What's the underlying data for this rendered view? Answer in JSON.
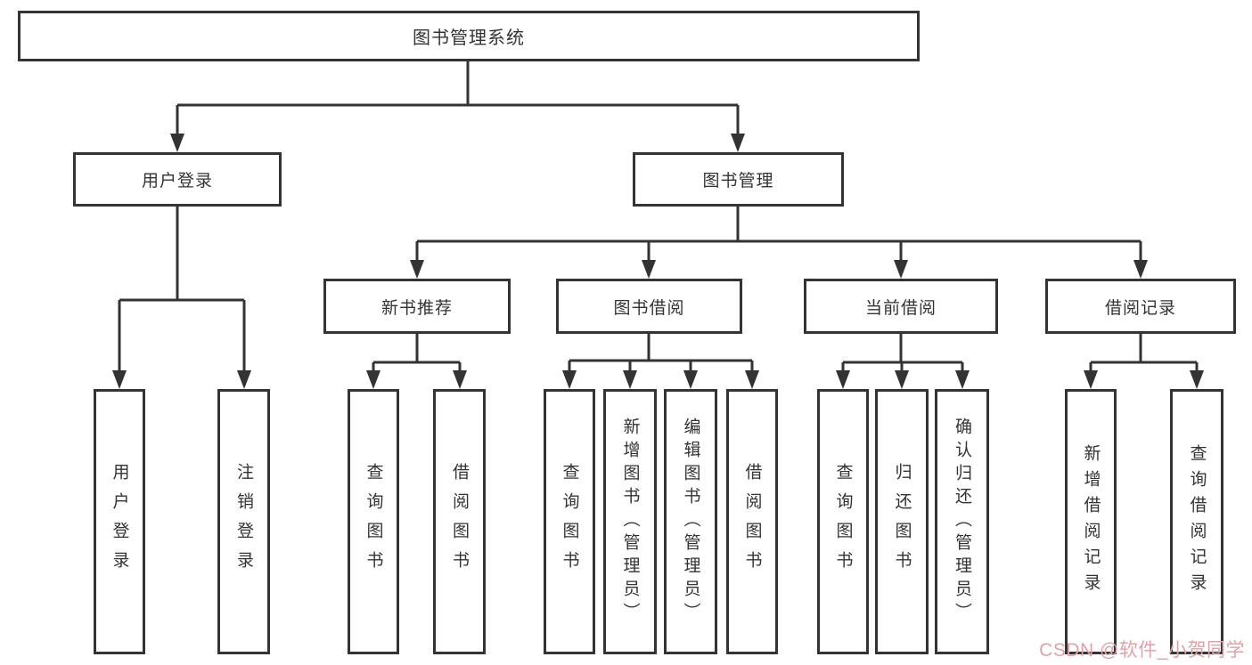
{
  "diagram_title": "图书管理系统",
  "colors": {
    "line": "#333333",
    "box_border": "#343434",
    "box_fill": "#ffffff",
    "text": "#333333",
    "watermark": "#dca3a8"
  },
  "nodes": {
    "root": {
      "label": "图书管理系统"
    },
    "user_login": {
      "label": "用户登录"
    },
    "book_mgmt": {
      "label": "图书管理"
    },
    "new_book_rec": {
      "label": "新书推荐"
    },
    "book_borrow": {
      "label": "图书借阅"
    },
    "current_borrow": {
      "label": "当前借阅"
    },
    "borrow_record": {
      "label": "借阅记录"
    },
    "leaf_user_login": {
      "label": "用户登录"
    },
    "leaf_logout": {
      "label": "注销登录"
    },
    "leaf_query_book_1": {
      "label": "查询图书"
    },
    "leaf_borrow_book_1": {
      "label": "借阅图书"
    },
    "leaf_query_book_2": {
      "label": "查询图书"
    },
    "leaf_add_book": {
      "label": "新增图书（管理员）"
    },
    "leaf_edit_book": {
      "label": "编辑图书（管理员）"
    },
    "leaf_borrow_book_2": {
      "label": "借阅图书"
    },
    "leaf_query_book_3": {
      "label": "查询图书"
    },
    "leaf_return_book": {
      "label": "归还图书"
    },
    "leaf_confirm_return": {
      "label": "确认归还（管理员）"
    },
    "leaf_add_record": {
      "label": "新增借阅记录"
    },
    "leaf_query_record": {
      "label": "查询借阅记录"
    }
  },
  "hierarchy": {
    "图书管理系统": {
      "用户登录": [
        "用户登录",
        "注销登录"
      ],
      "图书管理": {
        "新书推荐": [
          "查询图书",
          "借阅图书"
        ],
        "图书借阅": [
          "查询图书",
          "新增图书（管理员）",
          "编辑图书（管理员）",
          "借阅图书"
        ],
        "当前借阅": [
          "查询图书",
          "归还图书",
          "确认归还（管理员）"
        ],
        "借阅记录": [
          "新增借阅记录",
          "查询借阅记录"
        ]
      }
    }
  },
  "watermark": {
    "text": "CSDN @软件_小贺同学"
  }
}
